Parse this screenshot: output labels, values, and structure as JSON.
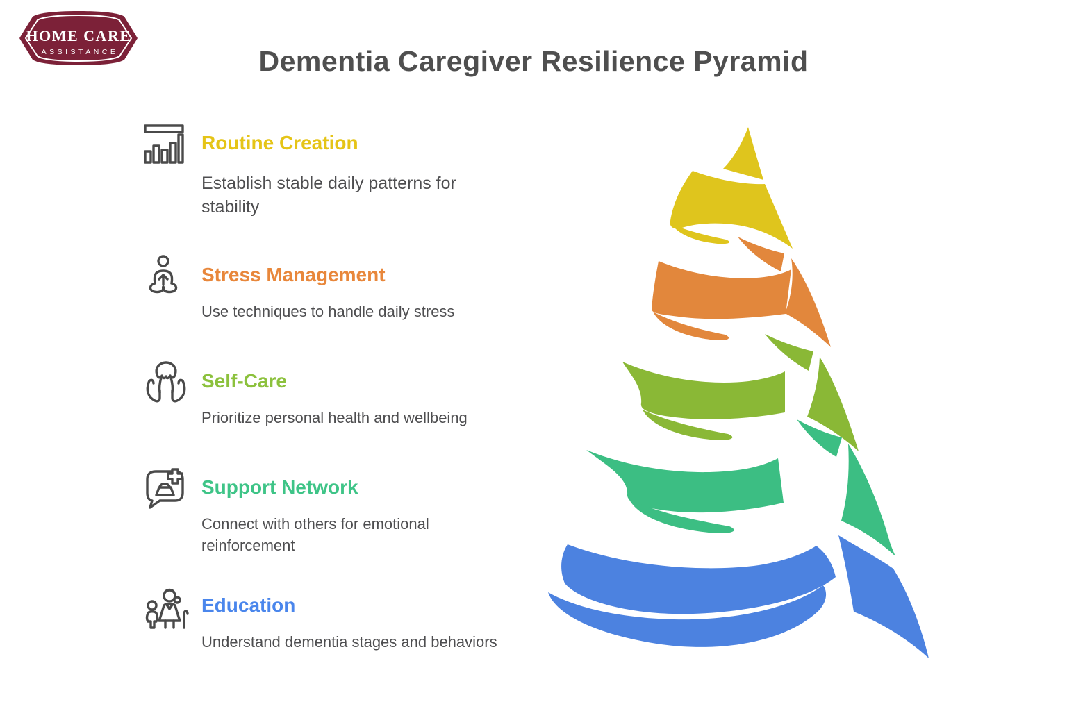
{
  "logo": {
    "line1": "HOME CARE",
    "line2": "ASSISTANCE",
    "badge_color": "#7c2138",
    "text_color": "#ffffff"
  },
  "header": {
    "title": "Dementia Caregiver Resilience Pyramid"
  },
  "items": [
    {
      "icon": "bar-chart-icon",
      "title": "Routine Creation",
      "color": "#e5c417",
      "description": "Establish stable daily patterns for stability"
    },
    {
      "icon": "meditation-icon",
      "title": "Stress Management",
      "color": "#e8873b",
      "description": "Use techniques to handle daily stress"
    },
    {
      "icon": "care-hands-icon",
      "title": "Self-Care",
      "color": "#8cc13d",
      "description": "Prioritize personal health and wellbeing"
    },
    {
      "icon": "support-chat-icon",
      "title": "Support Network",
      "color": "#3ec487",
      "description": "Connect with others for emotional reinforcement"
    },
    {
      "icon": "family-caregiver-icon",
      "title": "Education",
      "color": "#4a86ec",
      "description": "Understand dementia stages and behaviors"
    }
  ],
  "pyramid": {
    "type": "spiral-ribbon-cone",
    "levels": [
      {
        "label": "Routine Creation",
        "color": "#dfc51d"
      },
      {
        "label": "Stress Management",
        "color": "#e2873c"
      },
      {
        "label": "Self-Care",
        "color": "#8ab836"
      },
      {
        "label": "Support Network",
        "color": "#3cbe83"
      },
      {
        "label": "Education",
        "color": "#4c82e0"
      }
    ]
  }
}
